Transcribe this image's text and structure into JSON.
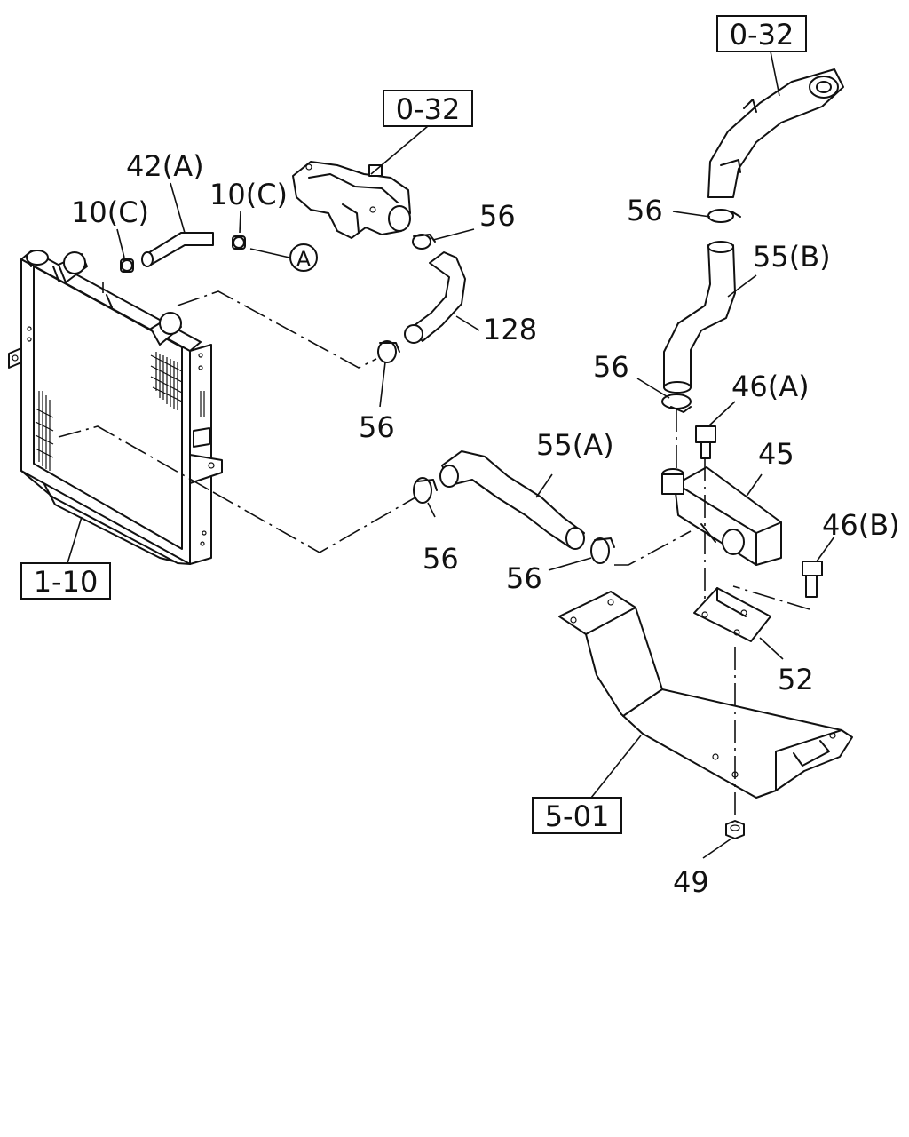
{
  "references": {
    "ref_top_right": "0-32",
    "ref_top_center": "0-32",
    "ref_radiator": "1-10",
    "ref_frame": "5-01"
  },
  "labels": {
    "hose_42a": "42(A)",
    "clip_10c_left": "10(C)",
    "clip_10c_right": "10(C)",
    "callout_a": "A",
    "clamp_56_top_center": "56",
    "hose_128": "128",
    "clamp_56_left_lower": "56",
    "clamp_56_top_right": "56",
    "hose_55b": "55(B)",
    "clamp_56_right_mid": "56",
    "bolt_46a": "46(A)",
    "tank_45": "45",
    "hose_55a": "55(A)",
    "clamp_56_center": "56",
    "clamp_56_lower_right": "56",
    "bolt_46b": "46(B)",
    "bracket_52": "52",
    "nut_49": "49"
  }
}
